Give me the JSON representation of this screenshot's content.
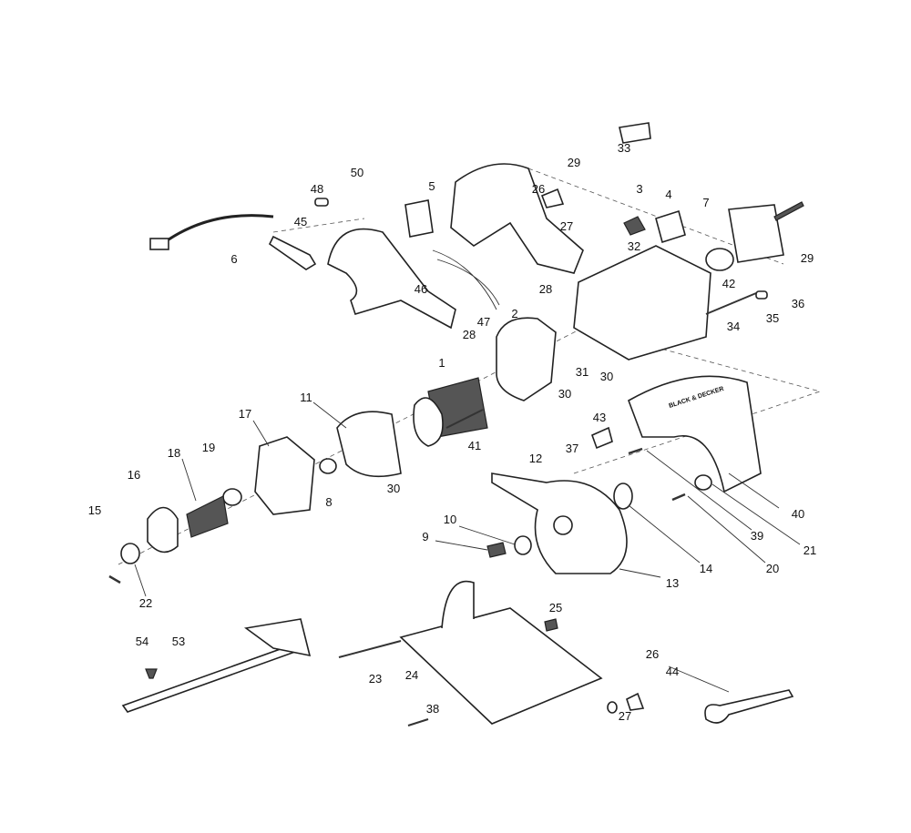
{
  "diagram": {
    "title": "Circular saw exploded parts diagram",
    "brand_logo": "BLACK & DECKER",
    "callouts": [
      "33",
      "29",
      "50",
      "48",
      "5",
      "26",
      "3",
      "4",
      "7",
      "27",
      "45",
      "6",
      "29",
      "32",
      "42",
      "36",
      "46",
      "47",
      "28",
      "28",
      "34",
      "35",
      "2",
      "31",
      "30",
      "30",
      "1",
      "11",
      "17",
      "18",
      "19",
      "16",
      "15",
      "22",
      "41",
      "30",
      "8",
      "43",
      "37",
      "12",
      "10",
      "9",
      "40",
      "39",
      "21",
      "20",
      "14",
      "13",
      "25",
      "54",
      "53",
      "26",
      "44",
      "23",
      "24",
      "27",
      "38"
    ]
  }
}
